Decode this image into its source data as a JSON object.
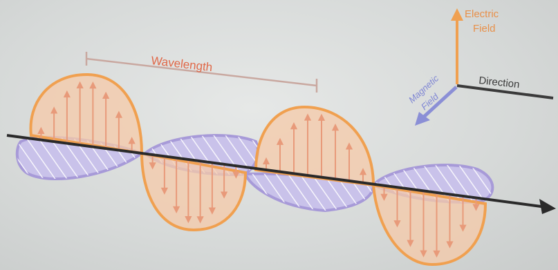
{
  "diagram": {
    "labels": {
      "wavelength": "Wavelength",
      "electric_field_line1": "Electric",
      "electric_field_line2": "Field",
      "magnetic_field_line1": "Magnetic",
      "magnetic_field_line2": "Field",
      "direction": "Direction"
    },
    "colors": {
      "electric": "#f0a050",
      "electric_fill": "#f6c9a8",
      "magnetic": "#a79ad8",
      "magnetic_fill": "#c9c2ea",
      "magnetic_arrow": "#8b8fd6",
      "axis": "#2a2a2a",
      "wavelength_bracket": "#c9a8a0",
      "wavelength_text": "#e06848",
      "direction_text": "#3a3a3a",
      "electric_label_text": "#e8904a"
    }
  }
}
